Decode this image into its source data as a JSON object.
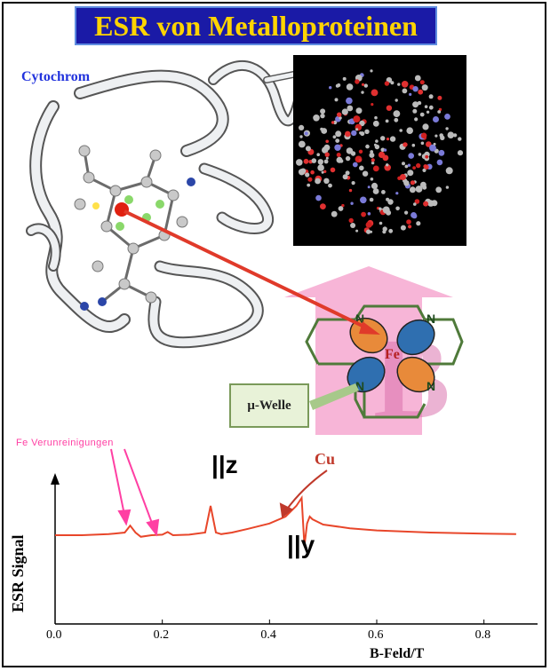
{
  "title": "ESR von Metalloproteinen",
  "labels": {
    "cytochrom": "Cytochrom",
    "fe_impurities": "Fe Verunreinigungen",
    "z_peak": "||z",
    "y_peak": "||y",
    "cu": "Cu",
    "microwave": "μ-Welle",
    "fe_center": "Fe",
    "nitrogen": "N",
    "field_letter": "B"
  },
  "chart_data": {
    "type": "line",
    "xlabel": "B-Feld/T",
    "ylabel": "ESR Signal",
    "xlim": [
      0.0,
      0.9
    ],
    "xticks": [
      "0.0",
      "0.2",
      "0.4",
      "0.6",
      "0.8"
    ],
    "xtick_values": [
      0.0,
      0.2,
      0.4,
      0.6,
      0.8
    ],
    "series": [
      {
        "x": [
          0.0,
          0.05,
          0.1,
          0.13,
          0.14,
          0.15,
          0.16,
          0.18,
          0.2,
          0.21,
          0.22,
          0.25,
          0.28,
          0.29,
          0.3,
          0.31,
          0.33,
          0.36,
          0.4,
          0.43,
          0.45,
          0.46,
          0.465,
          0.47,
          0.475,
          0.48,
          0.5,
          0.55,
          0.6,
          0.7,
          0.8,
          0.86
        ],
        "y": [
          0.0,
          0.0,
          0.02,
          0.05,
          0.18,
          0.05,
          -0.03,
          0.0,
          0.01,
          0.06,
          0.0,
          0.01,
          0.05,
          0.55,
          0.05,
          0.02,
          0.05,
          0.12,
          0.22,
          0.35,
          0.55,
          0.7,
          -0.2,
          0.22,
          0.35,
          0.3,
          0.2,
          0.13,
          0.09,
          0.05,
          0.03,
          0.02
        ]
      }
    ],
    "color": "#e8462a"
  },
  "colors": {
    "title_bg": "#1a1aa6",
    "title_text": "#ffd400",
    "arrow_red": "#e03a2a",
    "pink_arrow": "#f6a8d0",
    "green_ligand": "#4f7a3a"
  }
}
